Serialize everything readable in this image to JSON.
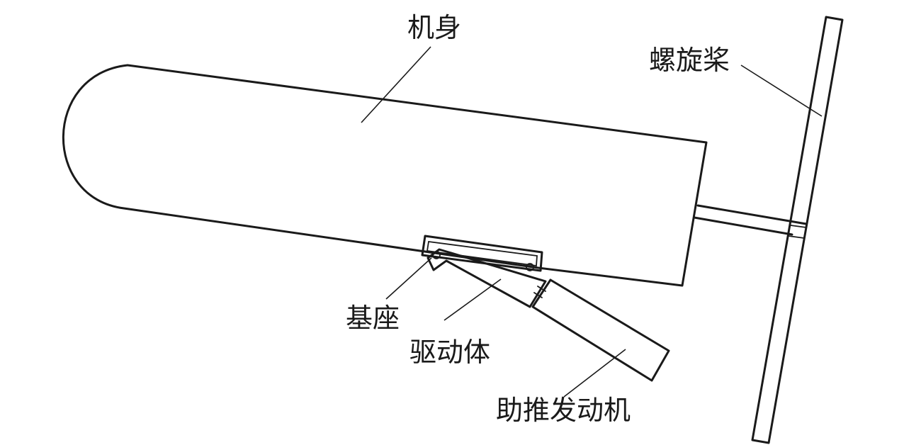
{
  "labels": {
    "fuselage": "机身",
    "propeller": "螺旋桨",
    "base": "基座",
    "drive_body": "驱动体",
    "booster_engine": "助推发动机"
  }
}
